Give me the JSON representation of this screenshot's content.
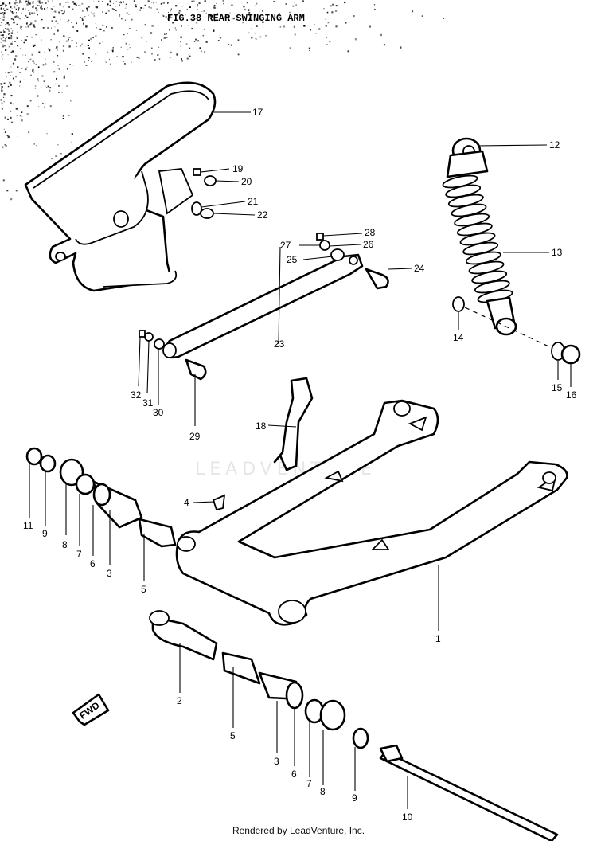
{
  "title": "FIG.38 REAR SWINGING ARM",
  "watermark": "LEADVENTURE",
  "fwd_label": "FWD",
  "footer": "Rendered by LeadVenture, Inc.",
  "callouts": [
    {
      "id": "17",
      "label": "17"
    },
    {
      "id": "19",
      "label": "19"
    },
    {
      "id": "20",
      "label": "20"
    },
    {
      "id": "21",
      "label": "21"
    },
    {
      "id": "22",
      "label": "22"
    },
    {
      "id": "28",
      "label": "28"
    },
    {
      "id": "27",
      "label": "27"
    },
    {
      "id": "26",
      "label": "26"
    },
    {
      "id": "25",
      "label": "25"
    },
    {
      "id": "24",
      "label": "24"
    },
    {
      "id": "12",
      "label": "12"
    },
    {
      "id": "13",
      "label": "13"
    },
    {
      "id": "14",
      "label": "14"
    },
    {
      "id": "15",
      "label": "15"
    },
    {
      "id": "16",
      "label": "16"
    },
    {
      "id": "23",
      "label": "23"
    },
    {
      "id": "32",
      "label": "32"
    },
    {
      "id": "31",
      "label": "31"
    },
    {
      "id": "30",
      "label": "30"
    },
    {
      "id": "29",
      "label": "29"
    },
    {
      "id": "18",
      "label": "18"
    },
    {
      "id": "4",
      "label": "4"
    },
    {
      "id": "11",
      "label": "11"
    },
    {
      "id": "9a",
      "label": "9"
    },
    {
      "id": "8a",
      "label": "8"
    },
    {
      "id": "7a",
      "label": "7"
    },
    {
      "id": "6a",
      "label": "6"
    },
    {
      "id": "3a",
      "label": "3"
    },
    {
      "id": "5a",
      "label": "5"
    },
    {
      "id": "1",
      "label": "1"
    },
    {
      "id": "2",
      "label": "2"
    },
    {
      "id": "5b",
      "label": "5"
    },
    {
      "id": "3b",
      "label": "3"
    },
    {
      "id": "6b",
      "label": "6"
    },
    {
      "id": "7b",
      "label": "7"
    },
    {
      "id": "8b",
      "label": "8"
    },
    {
      "id": "9b",
      "label": "9"
    },
    {
      "id": "10",
      "label": "10"
    }
  ]
}
